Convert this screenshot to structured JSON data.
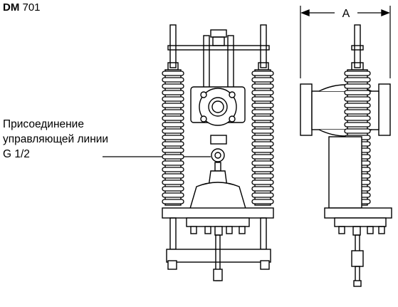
{
  "title": {
    "model_bold": "DM",
    "model_number": "701"
  },
  "callout": {
    "line1": "Присоединение",
    "line2": "управляющей линии",
    "line3": "G 1/2"
  },
  "dimension": {
    "label": "A"
  }
}
